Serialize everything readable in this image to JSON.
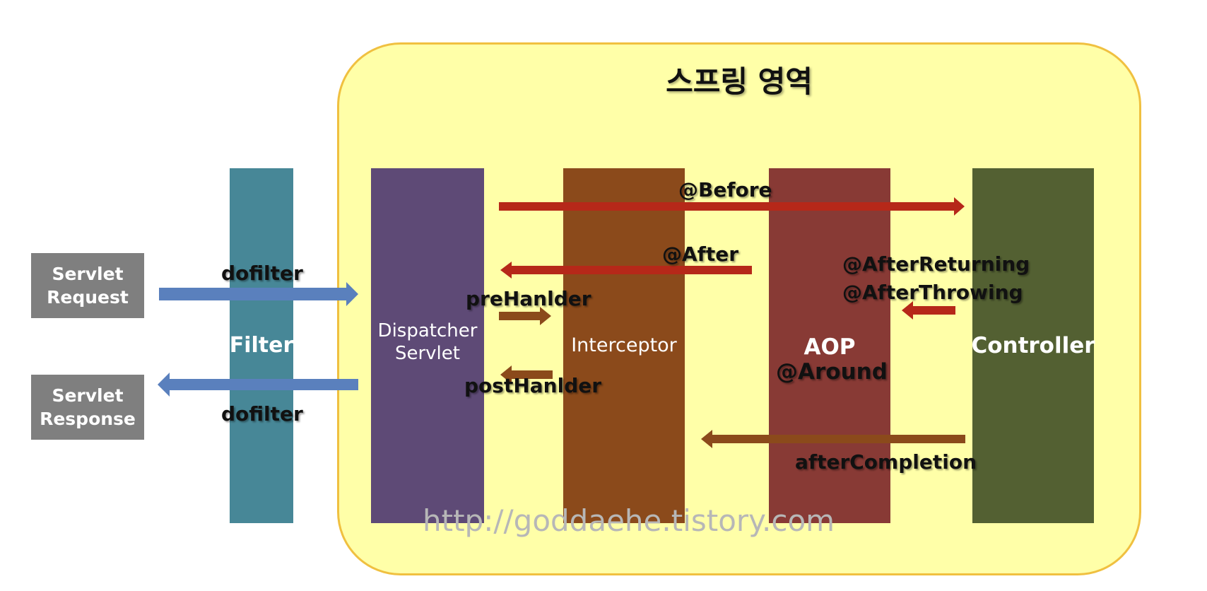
{
  "region": {
    "title": "스프링 영역"
  },
  "boxes": {
    "servlet_request": "Servlet\nRequest",
    "servlet_response": "Servlet\nResponse",
    "filter": "Filter",
    "dispatcher": "Dispatcher\nServlet",
    "interceptor": "Interceptor",
    "aop": "AOP",
    "aop_around": "@Around",
    "controller": "Controller"
  },
  "labels": {
    "dofilter_in": "dofilter",
    "dofilter_out": "dofilter",
    "before": "@Before",
    "after": "@After",
    "after_returning": "@AfterReturning",
    "after_throwing": "@AfterThrowing",
    "pre_handler": "preHanlder",
    "post_handler": "postHanlder",
    "after_completion": "afterCompletion"
  },
  "watermark": "http://goddaehe.tistory.com",
  "colors": {
    "region_fill": "#ffffa8",
    "region_border": "#f0c040",
    "request_response": "#7f7f7f",
    "filter": "#478797",
    "dispatcher": "#5e4a76",
    "interceptor": "#8b4a1b",
    "aop": "#883a35",
    "controller": "#536032",
    "blue_arrow": "#5a80bd",
    "red_arrow": "#b62819",
    "brown_arrow": "#8b4a1b"
  }
}
